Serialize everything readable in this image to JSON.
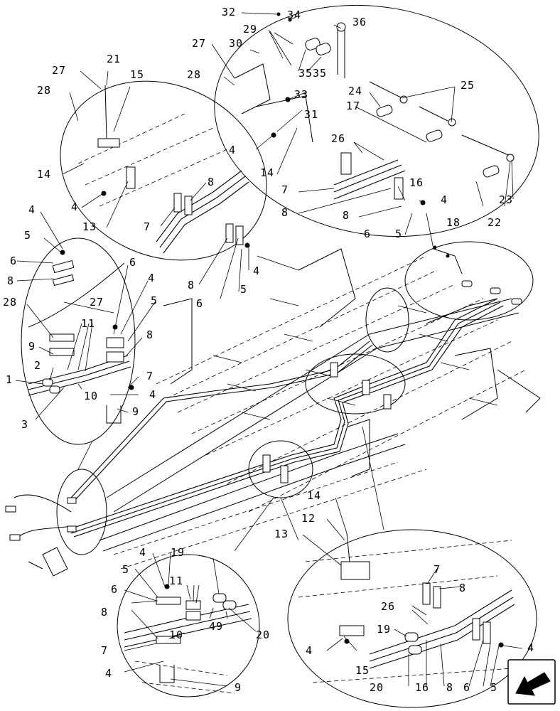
{
  "callouts": {
    "top": [
      "32",
      "34",
      "36",
      "29",
      "27",
      "30",
      "35",
      "35",
      "28",
      "33",
      "24",
      "25",
      "17",
      "31",
      "26",
      "4",
      "14",
      "7",
      "16",
      "4",
      "8",
      "8",
      "18",
      "22",
      "23",
      "6",
      "5"
    ],
    "upper_left": [
      "27",
      "21",
      "15",
      "28",
      "14",
      "4",
      "13",
      "7",
      "8",
      "8",
      "6",
      "5",
      "4"
    ],
    "left": [
      "4",
      "5",
      "6",
      "8",
      "28",
      "27",
      "6",
      "4",
      "5",
      "9",
      "11",
      "8",
      "2",
      "1",
      "7",
      "10",
      "4",
      "9",
      "3"
    ],
    "bottom_left": [
      "4",
      "19",
      "5",
      "11",
      "6",
      "8",
      "49",
      "10",
      "20",
      "7",
      "4",
      "9"
    ],
    "bottom_right": [
      "14",
      "12",
      "13",
      "7",
      "8",
      "26",
      "19",
      "4",
      "4",
      "15",
      "20",
      "16",
      "8",
      "6",
      "5"
    ]
  },
  "nav_arrow": "previous-page-arrow-icon"
}
